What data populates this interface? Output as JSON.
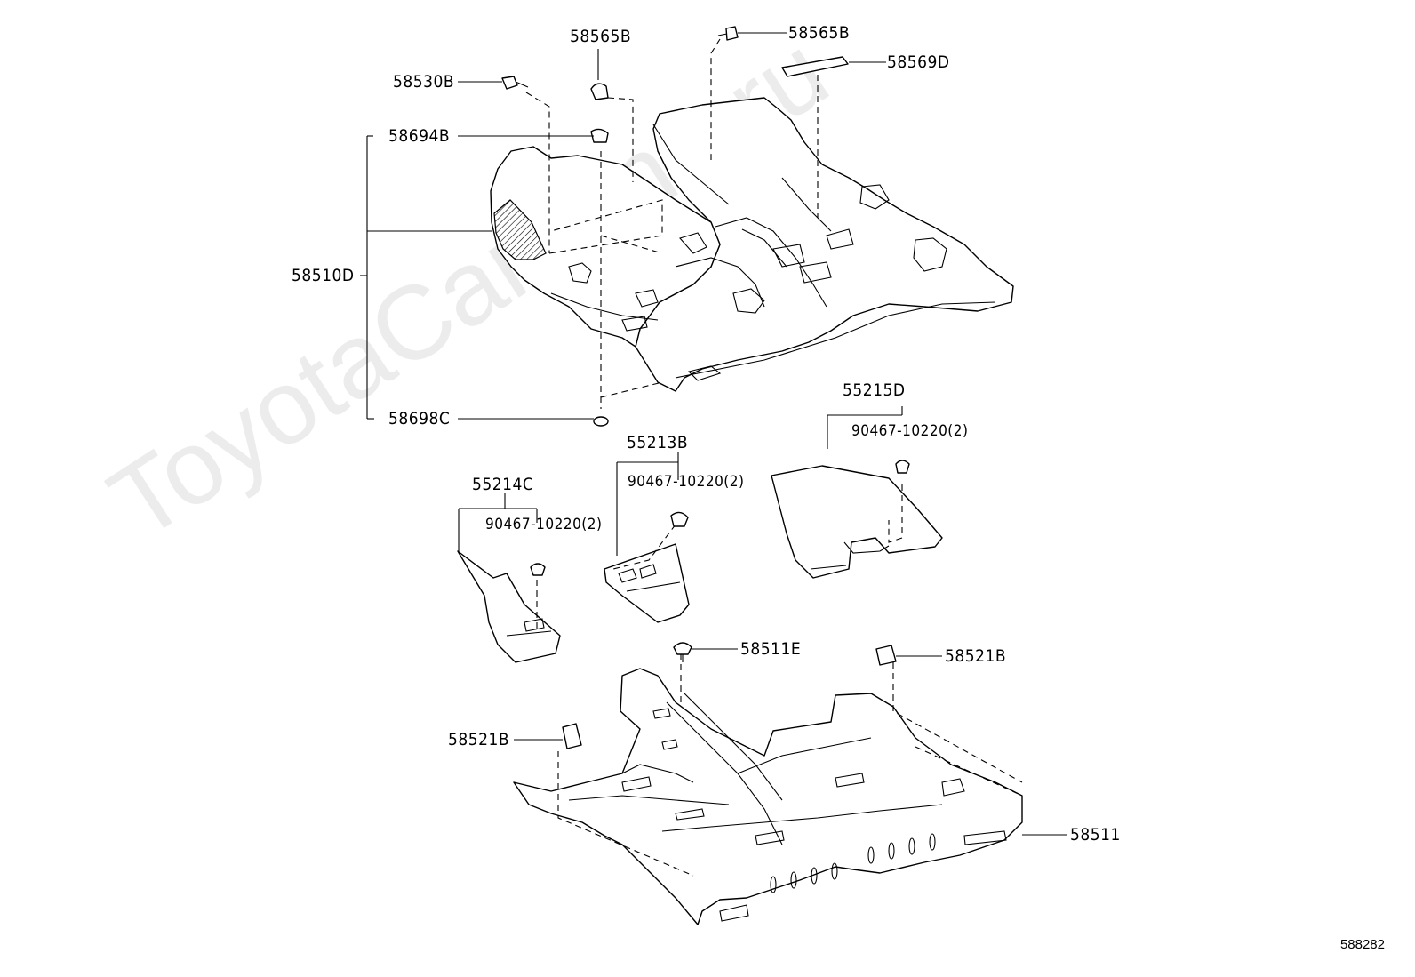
{
  "watermark": "ToyotaCarMine.ru",
  "diagram_id": "588282",
  "labels": {
    "p58565B_a": "58565B",
    "p58565B_b": "58565B",
    "p58569D": "58569D",
    "p58530B": "58530B",
    "p58694B": "58694B",
    "p58510D": "58510D",
    "p58698C": "58698C",
    "p55215D": "55215D",
    "p55215D_sub": "90467-10220(2)",
    "p55213B": "55213B",
    "p55213B_sub": "90467-10220(2)",
    "p55214C": "55214C",
    "p55214C_sub": "90467-10220(2)",
    "p58511E": "58511E",
    "p58521B_a": "58521B",
    "p58521B_b": "58521B",
    "p58511": "58511"
  }
}
